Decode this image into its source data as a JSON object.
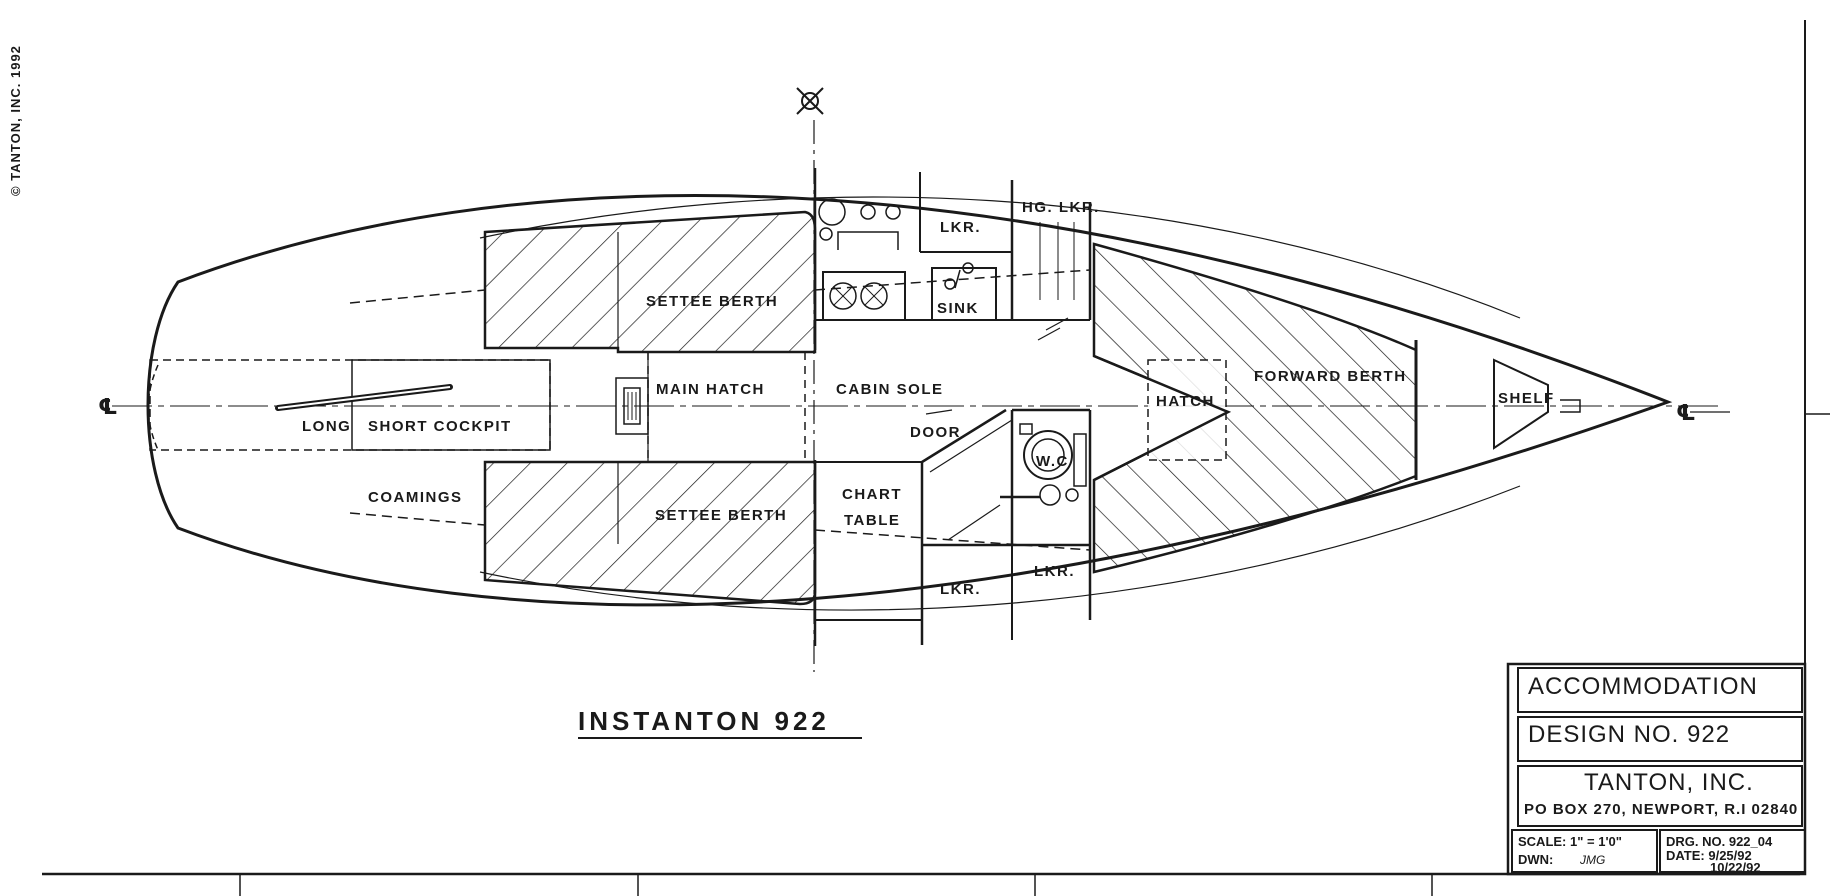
{
  "copyright": "© TANTON, INC. 1992",
  "centerline_symbol": "℄",
  "drawing_title": "INSTANTON 922",
  "labels": {
    "settee_berth_upper": "SETTEE BERTH",
    "settee_berth_lower": "SETTEE BERTH",
    "lkr_galley": "LKR.",
    "hg_lkr": "HG. LKR.",
    "sink": "SINK",
    "main_hatch": "MAIN HATCH",
    "cabin_sole": "CABIN SOLE",
    "door": "DOOR",
    "forward_berth": "FORWARD BERTH",
    "hatch": "HATCH",
    "shelf": "SHELF",
    "long": "LONG",
    "short_cockpit": "SHORT COCKPIT",
    "coamings": "COAMINGS",
    "chart": "CHART",
    "table": "TABLE",
    "wc": "W.C",
    "lkr_aft": "LKR.",
    "lkr_fwd": "LKR."
  },
  "title_block": {
    "title": "ACCOMMODATION",
    "design": "DESIGN NO. 922",
    "company": "TANTON, INC.",
    "address": "PO BOX 270, NEWPORT, R.I 02840",
    "scale": "SCALE: 1\" = 1'0\"",
    "dwn": "DWN:",
    "dwn_initials": "JMG",
    "drg_no": "DRG. NO. 922_04",
    "date": "DATE: 9/25/92",
    "date_rev": "10/22/92"
  },
  "colors": {
    "ink": "#1a1a1a",
    "paper": "#ffffff"
  }
}
